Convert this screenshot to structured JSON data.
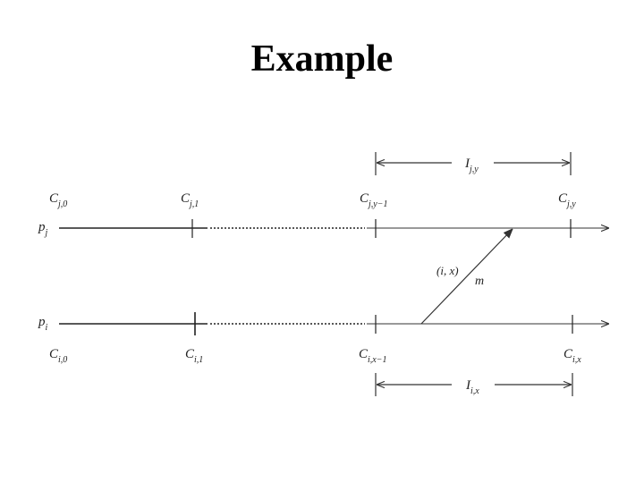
{
  "title": "Example",
  "processes": {
    "pj": {
      "base": "p",
      "sub": "j"
    },
    "pi": {
      "base": "p",
      "sub": "i"
    }
  },
  "checkpoints_top": [
    {
      "base": "C",
      "sub": "j,0"
    },
    {
      "base": "C",
      "sub": "j,1"
    },
    {
      "base": "C",
      "sub": "j,y−1"
    },
    {
      "base": "C",
      "sub": "j,y"
    }
  ],
  "checkpoints_bottom": [
    {
      "base": "C",
      "sub": "i,0"
    },
    {
      "base": "C",
      "sub": "i,1"
    },
    {
      "base": "C",
      "sub": "i,x−1"
    },
    {
      "base": "C",
      "sub": "i,x"
    }
  ],
  "intervals": {
    "top": {
      "base": "I",
      "sub": "j,y"
    },
    "bottom": {
      "base": "I",
      "sub": "i,x"
    }
  },
  "message": {
    "label": "m",
    "event": "(i, x)"
  }
}
